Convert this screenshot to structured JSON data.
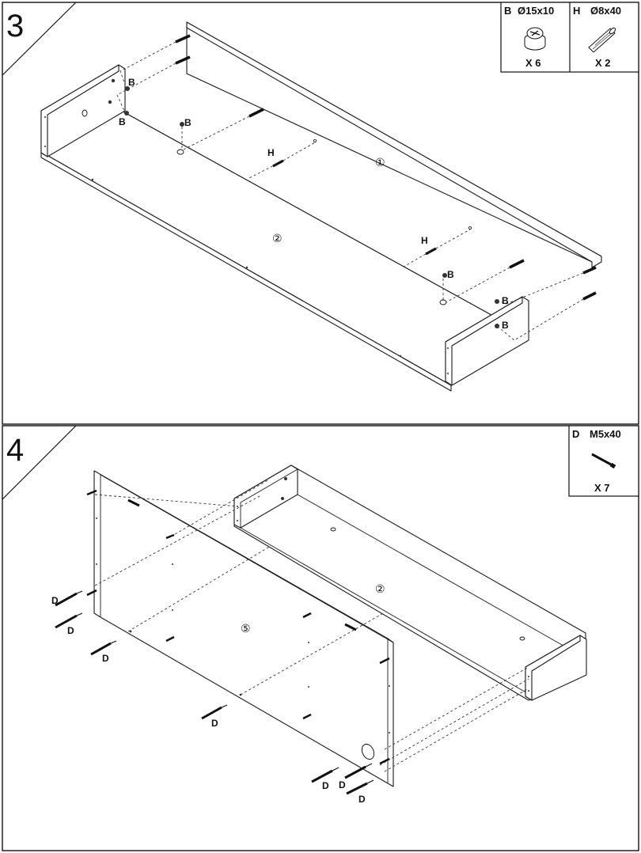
{
  "steps": [
    {
      "number": "3",
      "parts": [
        {
          "letter": "B",
          "size": "Ø15x10",
          "qty": "X 6",
          "icon": "cam-lock-icon"
        },
        {
          "letter": "H",
          "size": "Ø8x40",
          "qty": "X 2",
          "icon": "wooden-dowel-icon"
        }
      ],
      "callouts": {
        "b": "B",
        "h": "H",
        "panel1": "①",
        "panel2": "②"
      }
    },
    {
      "number": "4",
      "parts": [
        {
          "letter": "D",
          "size": "M5x40",
          "qty": "X 7",
          "icon": "screw-icon"
        }
      ],
      "callouts": {
        "d": "D",
        "panel2": "②",
        "panel5": "⑤"
      }
    }
  ]
}
